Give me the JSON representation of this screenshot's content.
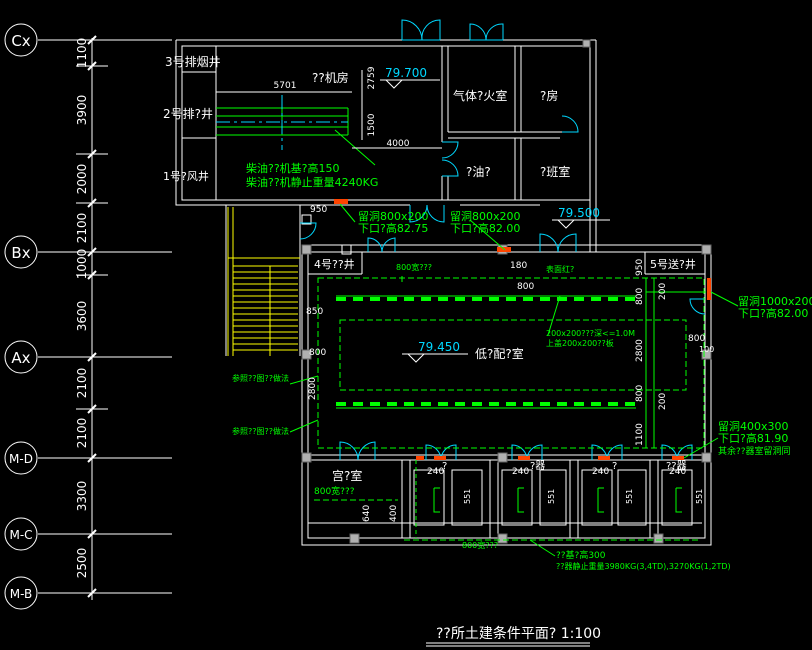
{
  "drawing_title": "??所土建条件平面?  1:100",
  "colors": {
    "background": "#000000",
    "wall": "#ffffff",
    "annotation": "#00ff00",
    "door": "#00d8ff",
    "stair": "#ffff00",
    "column": "#b0b0b0",
    "opening": "#ff4400"
  },
  "axes": [
    {
      "label": "Cx"
    },
    {
      "label": "Bx"
    },
    {
      "label": "Ax"
    },
    {
      "label": "M-D"
    },
    {
      "label": "M-C"
    },
    {
      "label": "M-B"
    }
  ],
  "dims": [
    "1100",
    "3900",
    "2000",
    "2100",
    "1000",
    "3600",
    "2100",
    "2100",
    "3300",
    "2500"
  ],
  "shafts": {
    "s3": "3号排烟井",
    "s2": "2号排?井",
    "s1": "1号?风井",
    "s4": "4号??井",
    "s5": "5号送?井"
  },
  "rooms": {
    "generator": "??机房",
    "gas_fire": "气体?火室",
    "room_small": "?房",
    "oil": "?油?",
    "duty": "?班室",
    "lv": "低?配?室",
    "store": "宫?室",
    "r_a": "?",
    "r_b": "?器",
    "r_c": "?",
    "r_d": "??器"
  },
  "elevations": {
    "gen": "79.700",
    "corridor": "79.500",
    "lv": "79.450"
  },
  "gen_dims": {
    "d5701": "5701",
    "d2759": "2759",
    "d1500": "1500",
    "d4000": "4000"
  },
  "notes": {
    "diesel1": "柴油??机基?高150",
    "diesel2": "柴油??机静止重量4240KG",
    "o1a": "留洞800x200",
    "o1b": "下口?高82.75",
    "o2a": "留洞800x200",
    "o2b": "下口?高82.00",
    "o3a": "留洞1000x200",
    "o3b": "下口?高82.00",
    "o4a": "留洞400x300",
    "o4b": "下口?高81.90",
    "o4c": "其余??器室留洞同",
    "trench_top": "800宽???",
    "trench_store": "800宽???",
    "trench_bottom": "800宽???",
    "pit_a": "200x200???深<=1.0M",
    "pit_b": "上盖200x200??板",
    "ref1": "参照??图??做法",
    "ref2": "参照??图??做法",
    "red": "表面红?",
    "tr1": "??基?高300",
    "tr2": "??器静止重量3980KG(3,4TD),3270KG(1,2TD)"
  },
  "small_dims": {
    "d950": "950",
    "d180": "180",
    "d800a": "800",
    "d800b": "800",
    "d800c": "800",
    "d850": "850",
    "d800d": "800",
    "d2800": "2800",
    "d100": "100",
    "d200a": "200",
    "d2800b": "2800",
    "d200c": "200",
    "d800e": "800",
    "d950b": "950",
    "d1100": "1100",
    "d640": "640",
    "d400": "400",
    "d240_1": "240",
    "d240_2": "240",
    "d240_3": "240",
    "d240_4": "240",
    "d551": "551",
    "d552": "551",
    "d553": "551",
    "d554": "551"
  }
}
